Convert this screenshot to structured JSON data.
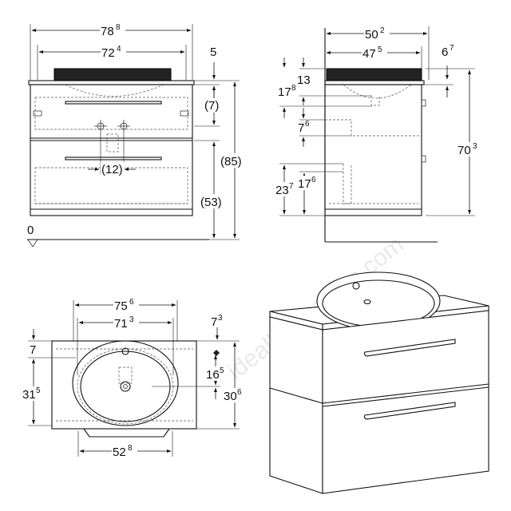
{
  "watermark": "idealbathrooms.com",
  "front_view": {
    "dims": {
      "width_outer": {
        "main": "78",
        "sup": "8"
      },
      "width_inner": {
        "main": "72",
        "sup": "4"
      },
      "top_thickness": {
        "main": "5",
        "sup": ""
      },
      "drawer_upper": {
        "main": "(7)",
        "sup": ""
      },
      "drawer_gap": {
        "main": "(12)",
        "sup": ""
      },
      "total_height": {
        "main": "(85)",
        "sup": ""
      },
      "lower_height": {
        "main": "(53)",
        "sup": ""
      },
      "floor_ref": {
        "main": "0",
        "sup": ""
      }
    }
  },
  "side_view": {
    "dims": {
      "depth_outer": {
        "main": "50",
        "sup": "2"
      },
      "depth_inner": {
        "main": "47",
        "sup": "5"
      },
      "offset_right": {
        "main": "6",
        "sup": "7"
      },
      "top_13": {
        "main": "13",
        "sup": ""
      },
      "top_17": {
        "main": "17",
        "sup": "8"
      },
      "trap_7": {
        "main": "7",
        "sup": "6"
      },
      "height_70": {
        "main": "70",
        "sup": "3"
      },
      "lower_23": {
        "main": "23",
        "sup": "7"
      },
      "lower_17": {
        "main": "17",
        "sup": "6"
      }
    }
  },
  "top_view": {
    "dims": {
      "basin_outer": {
        "main": "75",
        "sup": "6"
      },
      "basin_inner": {
        "main": "71",
        "sup": "3"
      },
      "right_7": {
        "main": "7",
        "sup": "3"
      },
      "left_31": {
        "main": "31",
        "sup": "5"
      },
      "left_7": {
        "main": "7",
        "sup": ""
      },
      "tap_16": {
        "main": "16",
        "sup": "5"
      },
      "right_30": {
        "main": "30",
        "sup": "6"
      },
      "bottom_52": {
        "main": "52",
        "sup": "8"
      }
    }
  }
}
